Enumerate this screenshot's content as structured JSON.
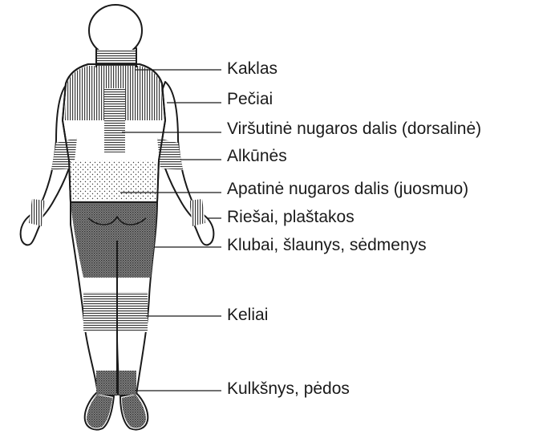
{
  "diagram": {
    "labels": [
      "Kaklas",
      "Pečiai",
      "Viršutinė nugaros dalis (dorsalinė)",
      "Alkūnės",
      "Apatinė nugaros dalis (juosmuo)",
      "Riešai, plaštakos",
      "Klubai, šlaunys, sėdmenys",
      "Keliai",
      "Kulkšnys, pėdos"
    ]
  },
  "colors": {
    "outline": "#1a1a1a",
    "fill": "#ffffff",
    "hatch": "#3a3a3a",
    "leader": "#1a1a1a"
  }
}
